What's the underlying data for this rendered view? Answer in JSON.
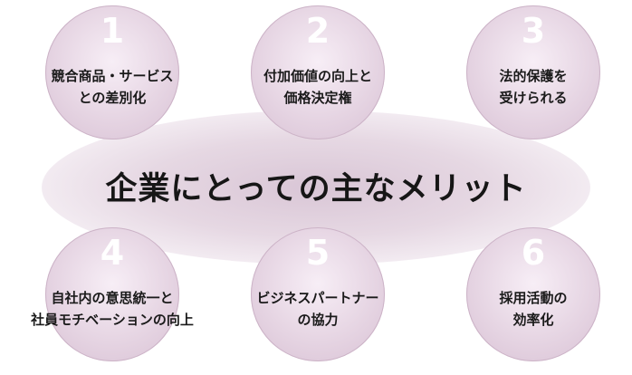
{
  "title": "企業にとっての主なメリット",
  "items": [
    {
      "number": "1",
      "lines": [
        "競合商品・サービス",
        "との差別化"
      ]
    },
    {
      "number": "2",
      "lines": [
        "付加価値の向上と",
        "価格決定権"
      ]
    },
    {
      "number": "3",
      "lines": [
        "法的保護を",
        "受けられる"
      ]
    },
    {
      "number": "4",
      "lines": [
        "自社内の意思統一と",
        "社員モチベーションの向上"
      ]
    },
    {
      "number": "5",
      "lines": [
        "ビジネスパートナー",
        "の協力"
      ]
    },
    {
      "number": "6",
      "lines": [
        "採用活動の",
        "効率化"
      ]
    }
  ],
  "colors": {
    "circle": "#e6d5e3",
    "band": "#d9c6d6",
    "number": "#ffffff",
    "text": "#1a1a1a"
  }
}
